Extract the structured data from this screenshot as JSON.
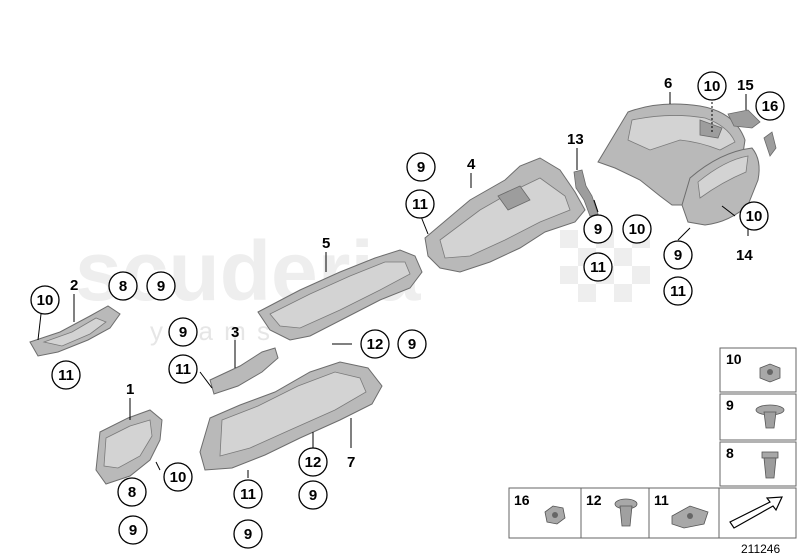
{
  "watermark": {
    "main": "scuderia",
    "sub": "y s  a  m  s"
  },
  "diagram_id": "211246",
  "labels": {
    "n1": "1",
    "n2": "2",
    "n3": "3",
    "n4": "4",
    "n5": "5",
    "n6": "6",
    "n7": "7",
    "n8": "8",
    "n9": "9",
    "n10": "10",
    "n11": "11",
    "n12": "12",
    "n13": "13",
    "n14": "14",
    "n15": "15",
    "n16": "16"
  },
  "legend": {
    "right": [
      "10",
      "9",
      "8"
    ],
    "bottom": [
      "16",
      "12",
      "11"
    ]
  },
  "colors": {
    "part_fill": "#b9b9b9",
    "part_stroke": "#6d6d6d",
    "watermark": "#eeeeee"
  }
}
